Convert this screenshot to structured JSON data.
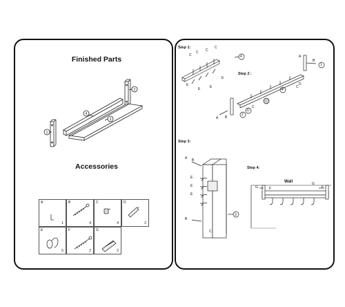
{
  "left_panel": {
    "finished_title": "Finished Parts",
    "accessories_title": "Accessories",
    "parts": [
      "1",
      "2",
      "3",
      "4"
    ],
    "accessories": [
      {
        "letter": "A",
        "qty": "1",
        "icon": "hex-key-icon"
      },
      {
        "letter": "B",
        "qty": "4",
        "icon": "screw-icon"
      },
      {
        "letter": "C",
        "qty": "4",
        "icon": "cap-icon"
      },
      {
        "letter": "D",
        "qty": "2",
        "icon": "dowel-icon"
      },
      {
        "letter": "E",
        "qty": "5",
        "icon": "hook-icon"
      },
      {
        "letter": "F",
        "qty": "2",
        "icon": "wall-screw-icon"
      },
      {
        "letter": "G",
        "qty": "2",
        "icon": "anchor-icon"
      }
    ]
  },
  "right_panel": {
    "step1": "Step 1:",
    "step2": "Step 2 :",
    "step3": "Step 3:",
    "step4": "Step 4:",
    "wall": "Wall",
    "labels": {
      "c": "C",
      "e": "E",
      "a": "A",
      "b": "B",
      "d": "D",
      "f": "F",
      "g": "G",
      "n1": "1",
      "n2": "2",
      "n3": "3",
      "n4": "4"
    }
  }
}
